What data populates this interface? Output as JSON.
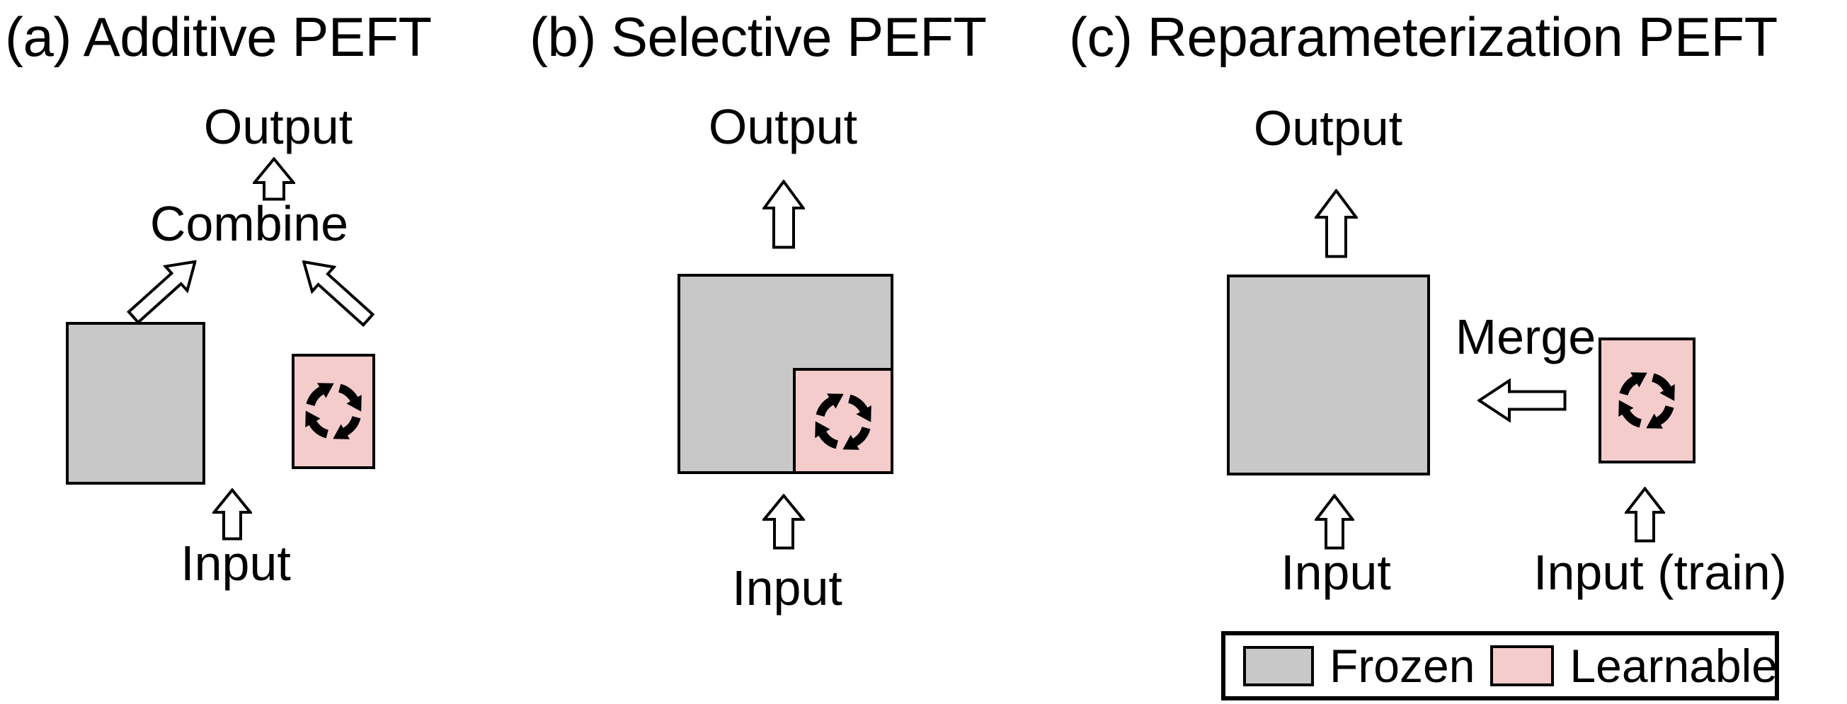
{
  "figure": {
    "description_labels": {
      "output": "Output",
      "input": "Input",
      "combine": "Combine",
      "merge": "Merge",
      "input_train": "Input (train)"
    }
  },
  "colors": {
    "frozen": "#c8c8c8",
    "learnable": "#f4cccc",
    "outline": "#000000",
    "background": "#ffffff"
  },
  "panels": {
    "a": {
      "title": "(a) Additive PEFT",
      "output_label": "Output",
      "combine_label": "Combine",
      "input_label": "Input"
    },
    "b": {
      "title": "(b) Selective PEFT",
      "output_label": "Output",
      "input_label": "Input"
    },
    "c": {
      "title": "(c) Reparameterization PEFT",
      "output_label": "Output",
      "merge_label": "Merge",
      "input_label": "Input",
      "input_train_label": "Input (train)"
    }
  },
  "legend": {
    "frozen_label": "Frozen",
    "learnable_label": "Learnable"
  }
}
